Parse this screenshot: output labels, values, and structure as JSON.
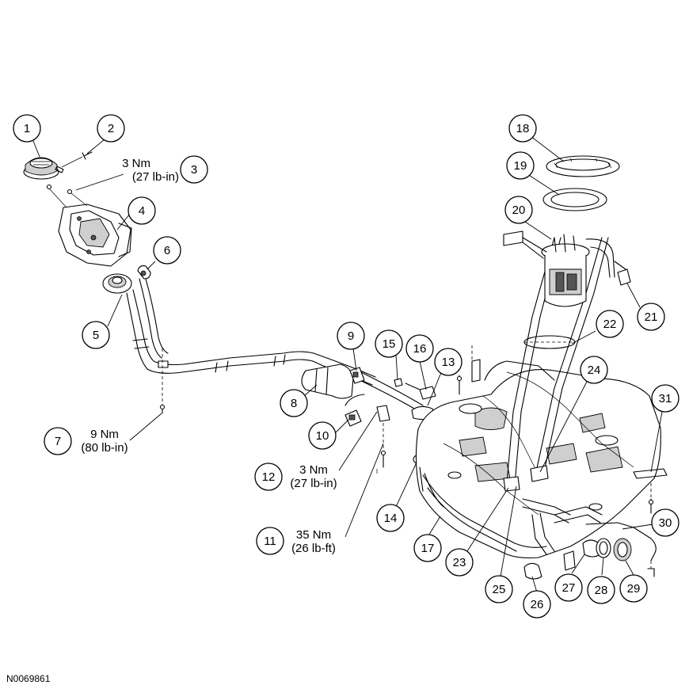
{
  "figure_id": "N0069861",
  "callouts": [
    {
      "num": "1"
    },
    {
      "num": "2"
    },
    {
      "num": "3"
    },
    {
      "num": "4"
    },
    {
      "num": "5"
    },
    {
      "num": "6"
    },
    {
      "num": "7"
    },
    {
      "num": "8"
    },
    {
      "num": "9"
    },
    {
      "num": "10"
    },
    {
      "num": "11"
    },
    {
      "num": "12"
    },
    {
      "num": "13"
    },
    {
      "num": "14"
    },
    {
      "num": "15"
    },
    {
      "num": "16"
    },
    {
      "num": "17"
    },
    {
      "num": "18"
    },
    {
      "num": "19"
    },
    {
      "num": "20"
    },
    {
      "num": "21"
    },
    {
      "num": "22"
    },
    {
      "num": "23"
    },
    {
      "num": "24"
    },
    {
      "num": "25"
    },
    {
      "num": "26"
    },
    {
      "num": "27"
    },
    {
      "num": "28"
    },
    {
      "num": "29"
    },
    {
      "num": "30"
    },
    {
      "num": "31"
    }
  ],
  "torque_specs": [
    {
      "ref": "3",
      "metric": "3 Nm",
      "imperial": "(27 lb-in)"
    },
    {
      "ref": "7",
      "metric": "9 Nm",
      "imperial": "(80 lb-in)"
    },
    {
      "ref": "12",
      "metric": "3 Nm",
      "imperial": "(27 lb-in)"
    },
    {
      "ref": "11",
      "metric": "35 Nm",
      "imperial": "(26 lb-ft)"
    }
  ]
}
